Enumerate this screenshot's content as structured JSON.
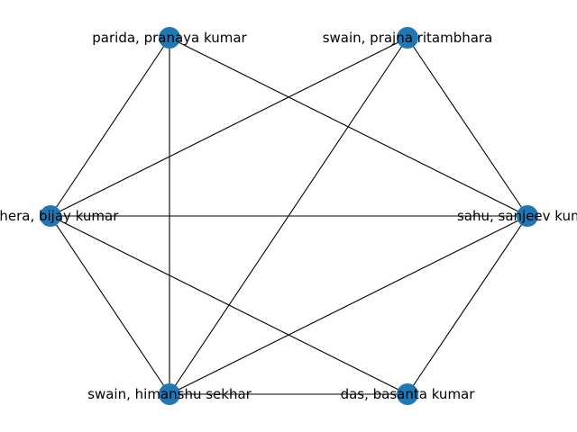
{
  "graph": {
    "node_color": "#1f77b4",
    "edge_color": "#000000",
    "nodes": [
      {
        "id": "parida",
        "label": "parida, pranaya kumar"
      },
      {
        "id": "swain_p",
        "label": "swain, prajna ritambhara"
      },
      {
        "id": "behera",
        "label": "behera, bijay kumar"
      },
      {
        "id": "sahu",
        "label": "sahu, sanjeev kumar"
      },
      {
        "id": "swain_h",
        "label": "swain, himanshu sekhar"
      },
      {
        "id": "das",
        "label": "das, basanta kumar"
      }
    ],
    "edges": [
      [
        "parida",
        "behera"
      ],
      [
        "parida",
        "swain_h"
      ],
      [
        "parida",
        "sahu"
      ],
      [
        "swain_p",
        "behera"
      ],
      [
        "swain_p",
        "swain_h"
      ],
      [
        "swain_p",
        "sahu"
      ],
      [
        "behera",
        "sahu"
      ],
      [
        "behera",
        "swain_h"
      ],
      [
        "behera",
        "das"
      ],
      [
        "sahu",
        "swain_h"
      ],
      [
        "sahu",
        "das"
      ],
      [
        "swain_h",
        "das"
      ]
    ]
  }
}
